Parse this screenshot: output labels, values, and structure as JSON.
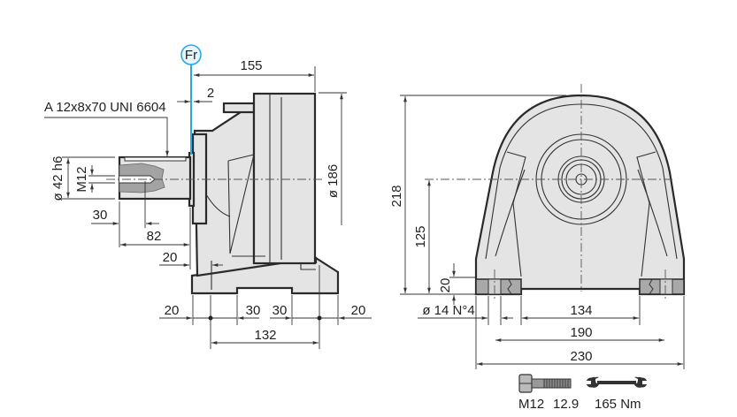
{
  "side_view": {
    "force_label": "Fr",
    "force_color": "#29a9e0",
    "key_spec": "A 12x8x70 UNI 6604",
    "dims": {
      "overall_length": "155",
      "force_offset": "2",
      "shaft_diameter": "ø 42 h6",
      "thread": "M12",
      "thread_depth": "30",
      "shaft_length": "82",
      "flange_offset": "20",
      "housing_diameter": "ø 186",
      "base_left": "20",
      "base_notch_left": "30",
      "base_notch_right": "30",
      "base_right": "20",
      "hole_spacing": "132"
    }
  },
  "front_view": {
    "dims": {
      "height": "218",
      "axis_height": "125",
      "foot_height": "20",
      "holes": "ø 14 N°4",
      "inner_width": "134",
      "hole_spacing": "190",
      "overall_width": "230"
    }
  },
  "fastener": {
    "bolt": "M12",
    "grade": "12.9",
    "torque": "165 Nm"
  }
}
